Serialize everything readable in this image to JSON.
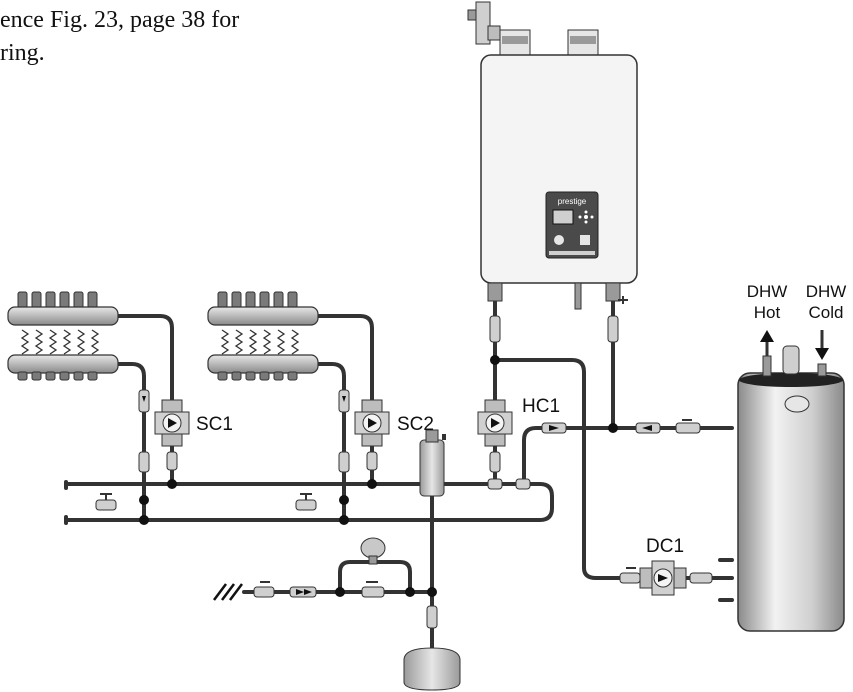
{
  "caption": {
    "line1": "ence Fig. 23, page 38 for",
    "line2": "ring."
  },
  "labels": {
    "sc1": "SC1",
    "sc2": "SC2",
    "hc1": "HC1",
    "dc1": "DC1",
    "dhw_hot_1": "DHW",
    "dhw_hot_2": "Hot",
    "dhw_cold_1": "DHW",
    "dhw_cold_2": "Cold",
    "boiler_brand": "prestige"
  },
  "colors": {
    "pipe": "#333333",
    "component_light": "#d8d8d8",
    "component_dark": "#7a7a7a",
    "panel": "#4a4a4a"
  }
}
